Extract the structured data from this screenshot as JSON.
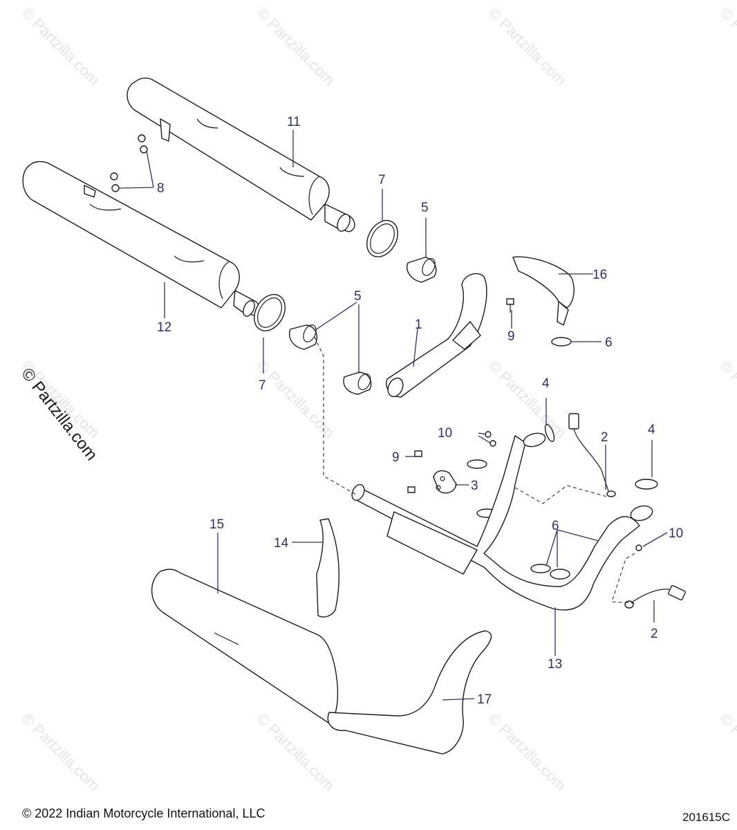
{
  "watermark": "© Partzilla.com",
  "side_watermark": "© Partzilla.com",
  "copyright": "© 2022 Indian Motorcycle International, LLC",
  "drawing_id": "201615C",
  "callouts": [
    "1",
    "2",
    "3",
    "4",
    "5",
    "6",
    "7",
    "8",
    "9",
    "10",
    "11",
    "12",
    "13",
    "14",
    "15",
    "16",
    "17"
  ],
  "colors": {
    "callout": "#2e2e6e",
    "line": "#1a1a1a",
    "watermark": "#e4e4e4"
  }
}
